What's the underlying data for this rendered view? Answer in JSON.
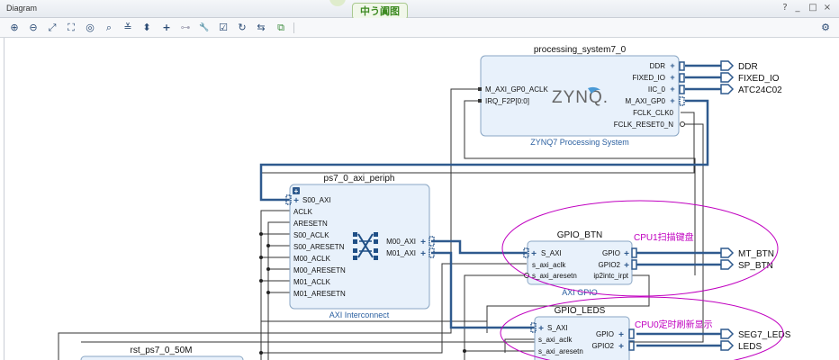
{
  "window": {
    "title": "Diagram"
  },
  "window_controls": [
    "?",
    "_",
    "□",
    "×"
  ],
  "overlay_badge": "中う阗图",
  "toolbar": {
    "buttons": [
      {
        "name": "zoom-in-icon",
        "glyph": "⊕"
      },
      {
        "name": "zoom-out-icon",
        "glyph": "⊖"
      },
      {
        "name": "zoom-fit-icon",
        "glyph": "⤢"
      },
      {
        "name": "fit-selection-icon",
        "glyph": "⛶"
      },
      {
        "name": "target-icon",
        "glyph": "◎"
      },
      {
        "name": "search-icon",
        "glyph": "⌕"
      },
      {
        "name": "collapse-icon",
        "glyph": "≚"
      },
      {
        "name": "expand-icon",
        "glyph": "⬍"
      },
      {
        "name": "add-ip-icon",
        "glyph": "+"
      },
      {
        "name": "connect-icon",
        "glyph": "⊶"
      },
      {
        "name": "wrench-icon",
        "glyph": "🔧"
      },
      {
        "name": "validate-icon",
        "glyph": "☑"
      },
      {
        "name": "refresh-icon",
        "glyph": "↻"
      },
      {
        "name": "regenerate-icon",
        "glyph": "⇆"
      },
      {
        "name": "debug-icon",
        "glyph": "⧉"
      }
    ],
    "settings_glyph": "⚙"
  },
  "blocks": {
    "ps": {
      "instance": "processing_system7_0",
      "type": "ZYNQ7 Processing System",
      "logo": "ZYNQ.",
      "ports_left": [
        "M_AXI_GP0_ACLK",
        "IRQ_F2P[0:0]"
      ],
      "ports_right": [
        "DDR",
        "FIXED_IO",
        "IIC_0",
        "M_AXI_GP0",
        "FCLK_CLK0",
        "FCLK_RESET0_N"
      ]
    },
    "interconnect": {
      "instance": "ps7_0_axi_periph",
      "type": "AXI Interconnect",
      "ports_left": [
        "S00_AXI",
        "ACLK",
        "ARESETN",
        "S00_ACLK",
        "S00_ARESETN",
        "M00_ACLK",
        "M00_ARESETN",
        "M01_ACLK",
        "M01_ARESETN"
      ],
      "ports_right": [
        "M00_AXI",
        "M01_AXI"
      ]
    },
    "gpio_btn": {
      "instance": "GPIO_BTN",
      "type": "AXI GPIO",
      "ports_left": [
        "S_AXI",
        "s_axi_aclk",
        "s_axi_aresetn"
      ],
      "ports_right": [
        "GPIO",
        "GPIO2",
        "ip2intc_irpt"
      ]
    },
    "gpio_leds": {
      "instance": "GPIO_LEDS",
      "ports_left": [
        "S_AXI",
        "s_axi_aclk",
        "s_axi_aresetn"
      ],
      "ports_right": [
        "GPIO",
        "GPIO2"
      ]
    },
    "rst": {
      "instance": "rst_ps7_0_50M"
    }
  },
  "external_ports": [
    "DDR",
    "FIXED_IO",
    "ATC24C02",
    "MT_BTN",
    "SP_BTN",
    "SEG7_LEDS",
    "LEDS"
  ],
  "annotations": {
    "cpu1": "CPU1扫描键盘",
    "cpu0": "CPU0定时刷新显示"
  },
  "colors": {
    "block_fill": "#e8f1fb",
    "block_border": "#8aa6c4",
    "bus": "#2f5a8e",
    "wire": "#333333",
    "annotation": "#c000c0"
  }
}
